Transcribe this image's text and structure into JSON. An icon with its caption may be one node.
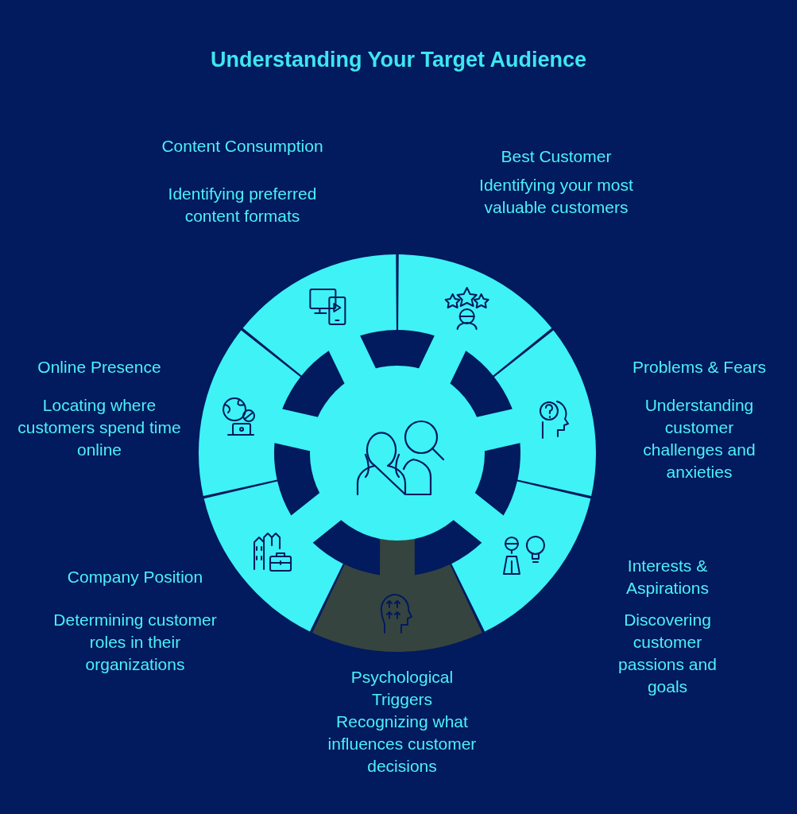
{
  "diagram": {
    "title": "Understanding Your Target Audience",
    "nodes": [
      {
        "text": [
          "Content Consumption",
          "Identifying preferred content formats"
        ]
      },
      {
        "text": [
          "Best Customer",
          "Identifying your most valuable customers"
        ]
      },
      {
        "text": [
          "Online Presence",
          "Locating where customers spend time online"
        ]
      },
      {
        "text": [
          "Problems & Fears",
          "Understanding customer challenges and anxieties"
        ]
      },
      {
        "text": [
          "Company Position",
          "Determining customer roles in their organizations"
        ]
      },
      {
        "text": [
          "Interests & Aspirations",
          "Discovering customer passions and goals"
        ]
      },
      {
        "text": [
          "Psychological Triggers",
          "Recognizing what influences customer decisions"
        ]
      }
    ]
  }
}
